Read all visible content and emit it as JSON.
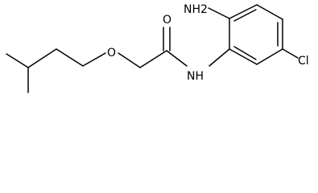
{
  "molecule": {
    "atoms": {
      "amine": "NH2",
      "oxygen_ether": "O",
      "oxygen_carbonyl": "O",
      "amide_nitrogen": "NH",
      "chlorine": "Cl"
    }
  }
}
